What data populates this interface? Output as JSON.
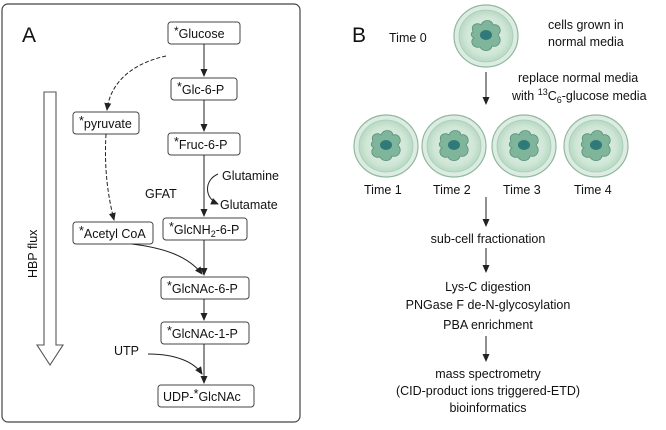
{
  "panel_a": {
    "letter": "A",
    "flux_label": "HBP flux",
    "nodes": {
      "glucose": {
        "star": "*",
        "text": "Glucose"
      },
      "glc6p": {
        "star": "*",
        "text": "Glc-6-P"
      },
      "fruc6p": {
        "star": "*",
        "text": "Fruc-6-P"
      },
      "pyruvate": {
        "star": "*",
        "text": "pyruvate"
      },
      "acetylcoa": {
        "star": "*",
        "text": "Acetyl CoA"
      },
      "glcnh2": {
        "star": "*",
        "pre": "GlcNH",
        "sub": "2",
        "post": "-6-P"
      },
      "glcnac6p": {
        "star": "*",
        "text": "GlcNAc-6-P"
      },
      "glcnac1p": {
        "star": "*",
        "text": "GlcNAc-1-P"
      },
      "udp": {
        "pre": "UDP-",
        "star": "*",
        "text": "GlcNAc"
      }
    },
    "labels": {
      "gfat": "GFAT",
      "glutamine": "Glutamine",
      "glutamate": "Glutamate",
      "utp": "UTP"
    }
  },
  "panel_b": {
    "letter": "B",
    "time0": "Time 0",
    "cells_line1": "cells grown in",
    "cells_line2": "normal media",
    "replace_line1": "replace normal media",
    "replace_line2_pre": "with ",
    "replace_line2_sup": "13",
    "replace_line2_mid": "C",
    "replace_line2_sub": "6",
    "replace_line2_post": "-glucose media",
    "times": [
      "Time 1",
      "Time 2",
      "Time 3",
      "Time 4"
    ],
    "step_fractionation": "sub-cell fractionation",
    "step_digestion": "Lys-C digestion",
    "step_deglyco": "PNGase F de-N-glycosylation",
    "step_enrich": "PBA enrichment",
    "step_ms1": "mass spectrometry",
    "step_ms2": "(CID-product ions triggered-ETD)",
    "step_ms3": "bioinformatics"
  }
}
